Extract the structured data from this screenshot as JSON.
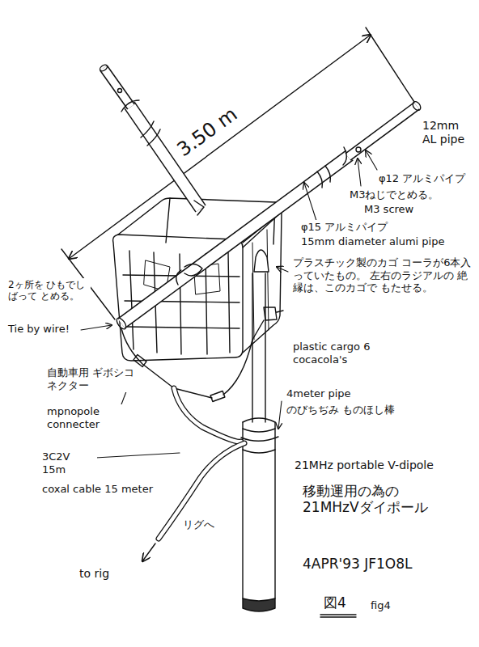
{
  "diagram": {
    "labels": [
      "3.50 m",
      "12mm AL pipe",
      "φ12 アルミパイプ",
      "M3ねじでとめる。",
      "M3 screw",
      "φ15 アルミパイプ",
      "15mm diameter alumi pipe",
      "プラスチック製のカゴ コーラが6本入っていたもの。 左右のラジアルの 絶縁は、このカゴで もたせる。",
      "plastic cargo 6 cocacola's",
      "2ヶ所を ひもでしばって とめる。",
      "Tie by wire!",
      "自動車用 ギボシコネクター",
      "mpnopole connecter",
      "4meter pipe",
      "のびちぢみ ものほし棒",
      "3C2V 15m",
      "coxal cable 15 meter",
      "21MHz portable V-dipole",
      "移動運用の為の 21MHzVダイポール",
      "to rig",
      "リグへ",
      "4APR'93 JF1O8L",
      "図4",
      "fig4"
    ]
  }
}
